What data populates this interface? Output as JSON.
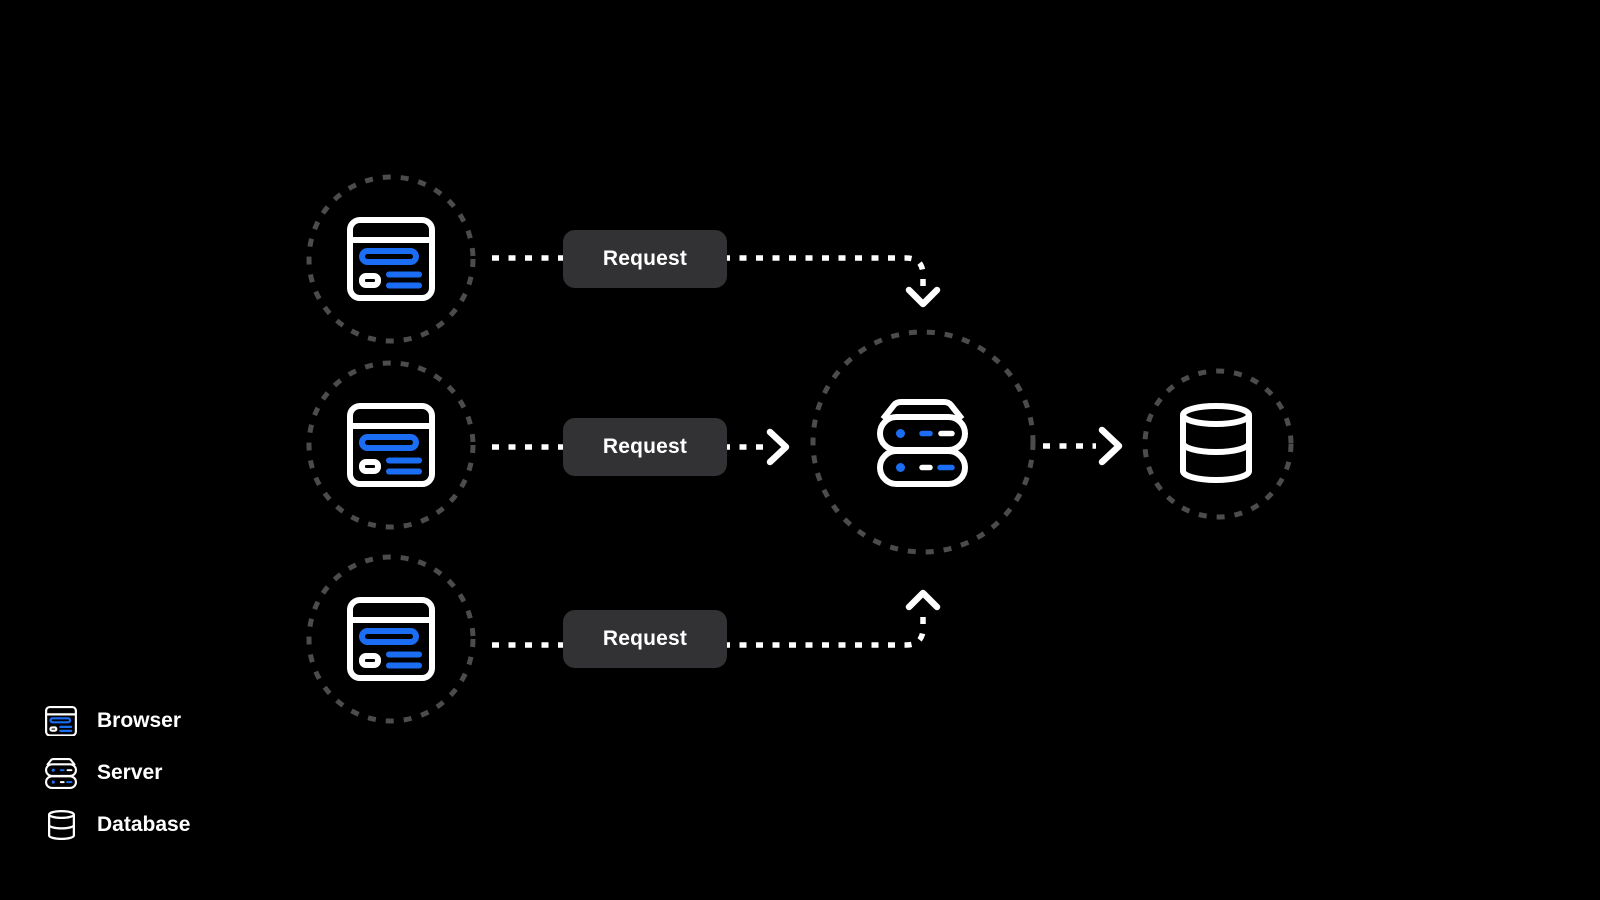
{
  "colors": {
    "background": "#000000",
    "accent-blue": "#1b6ef3",
    "icon-stroke": "#ffffff",
    "circle-dots": "#4c4c4c",
    "arrow": "#ffffff",
    "button-bg": "#323234",
    "button-text": "#ffffff",
    "legend-text": "#ffffff"
  },
  "diagram": {
    "type": "architecture-flow",
    "nodes": [
      {
        "id": "browser-1",
        "icon": "browser-icon"
      },
      {
        "id": "browser-2",
        "icon": "browser-icon"
      },
      {
        "id": "browser-3",
        "icon": "browser-icon"
      },
      {
        "id": "server",
        "icon": "server-icon"
      },
      {
        "id": "database",
        "icon": "database-icon"
      }
    ],
    "flows": [
      {
        "from": "browser-1",
        "to": "server",
        "label": "Request"
      },
      {
        "from": "browser-2",
        "to": "server",
        "label": "Request"
      },
      {
        "from": "browser-3",
        "to": "server",
        "label": "Request"
      },
      {
        "from": "server",
        "to": "database",
        "label": ""
      }
    ]
  },
  "legend": {
    "items": [
      {
        "icon": "browser-icon",
        "label": "Browser"
      },
      {
        "icon": "server-icon",
        "label": "Server"
      },
      {
        "icon": "database-icon",
        "label": "Database"
      }
    ]
  }
}
